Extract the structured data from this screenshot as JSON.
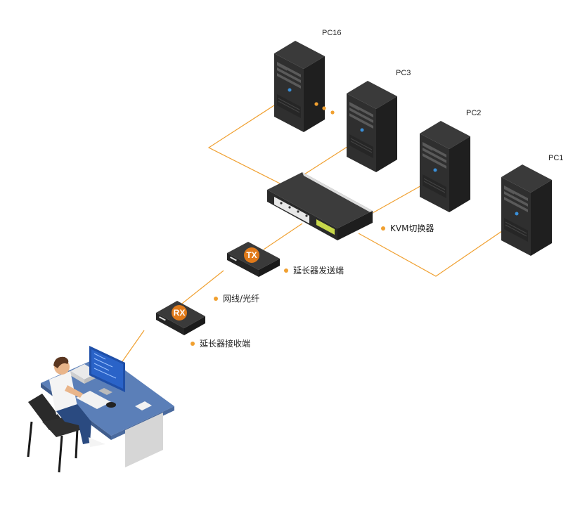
{
  "colors": {
    "accent": "#f0a030",
    "badge": "#e07a1a",
    "device": "#2b2b2b",
    "desk": "#5b7fb8"
  },
  "pcs": [
    {
      "label": "PC16"
    },
    {
      "label": "PC3"
    },
    {
      "label": "PC2"
    },
    {
      "label": "PC1"
    }
  ],
  "labels": {
    "kvm": "KVM切换器",
    "transmitter": "延长器发送端",
    "cable": "网线/光纤",
    "receiver": "延长器接收端"
  },
  "badges": {
    "tx": "TX",
    "rx": "RX"
  }
}
